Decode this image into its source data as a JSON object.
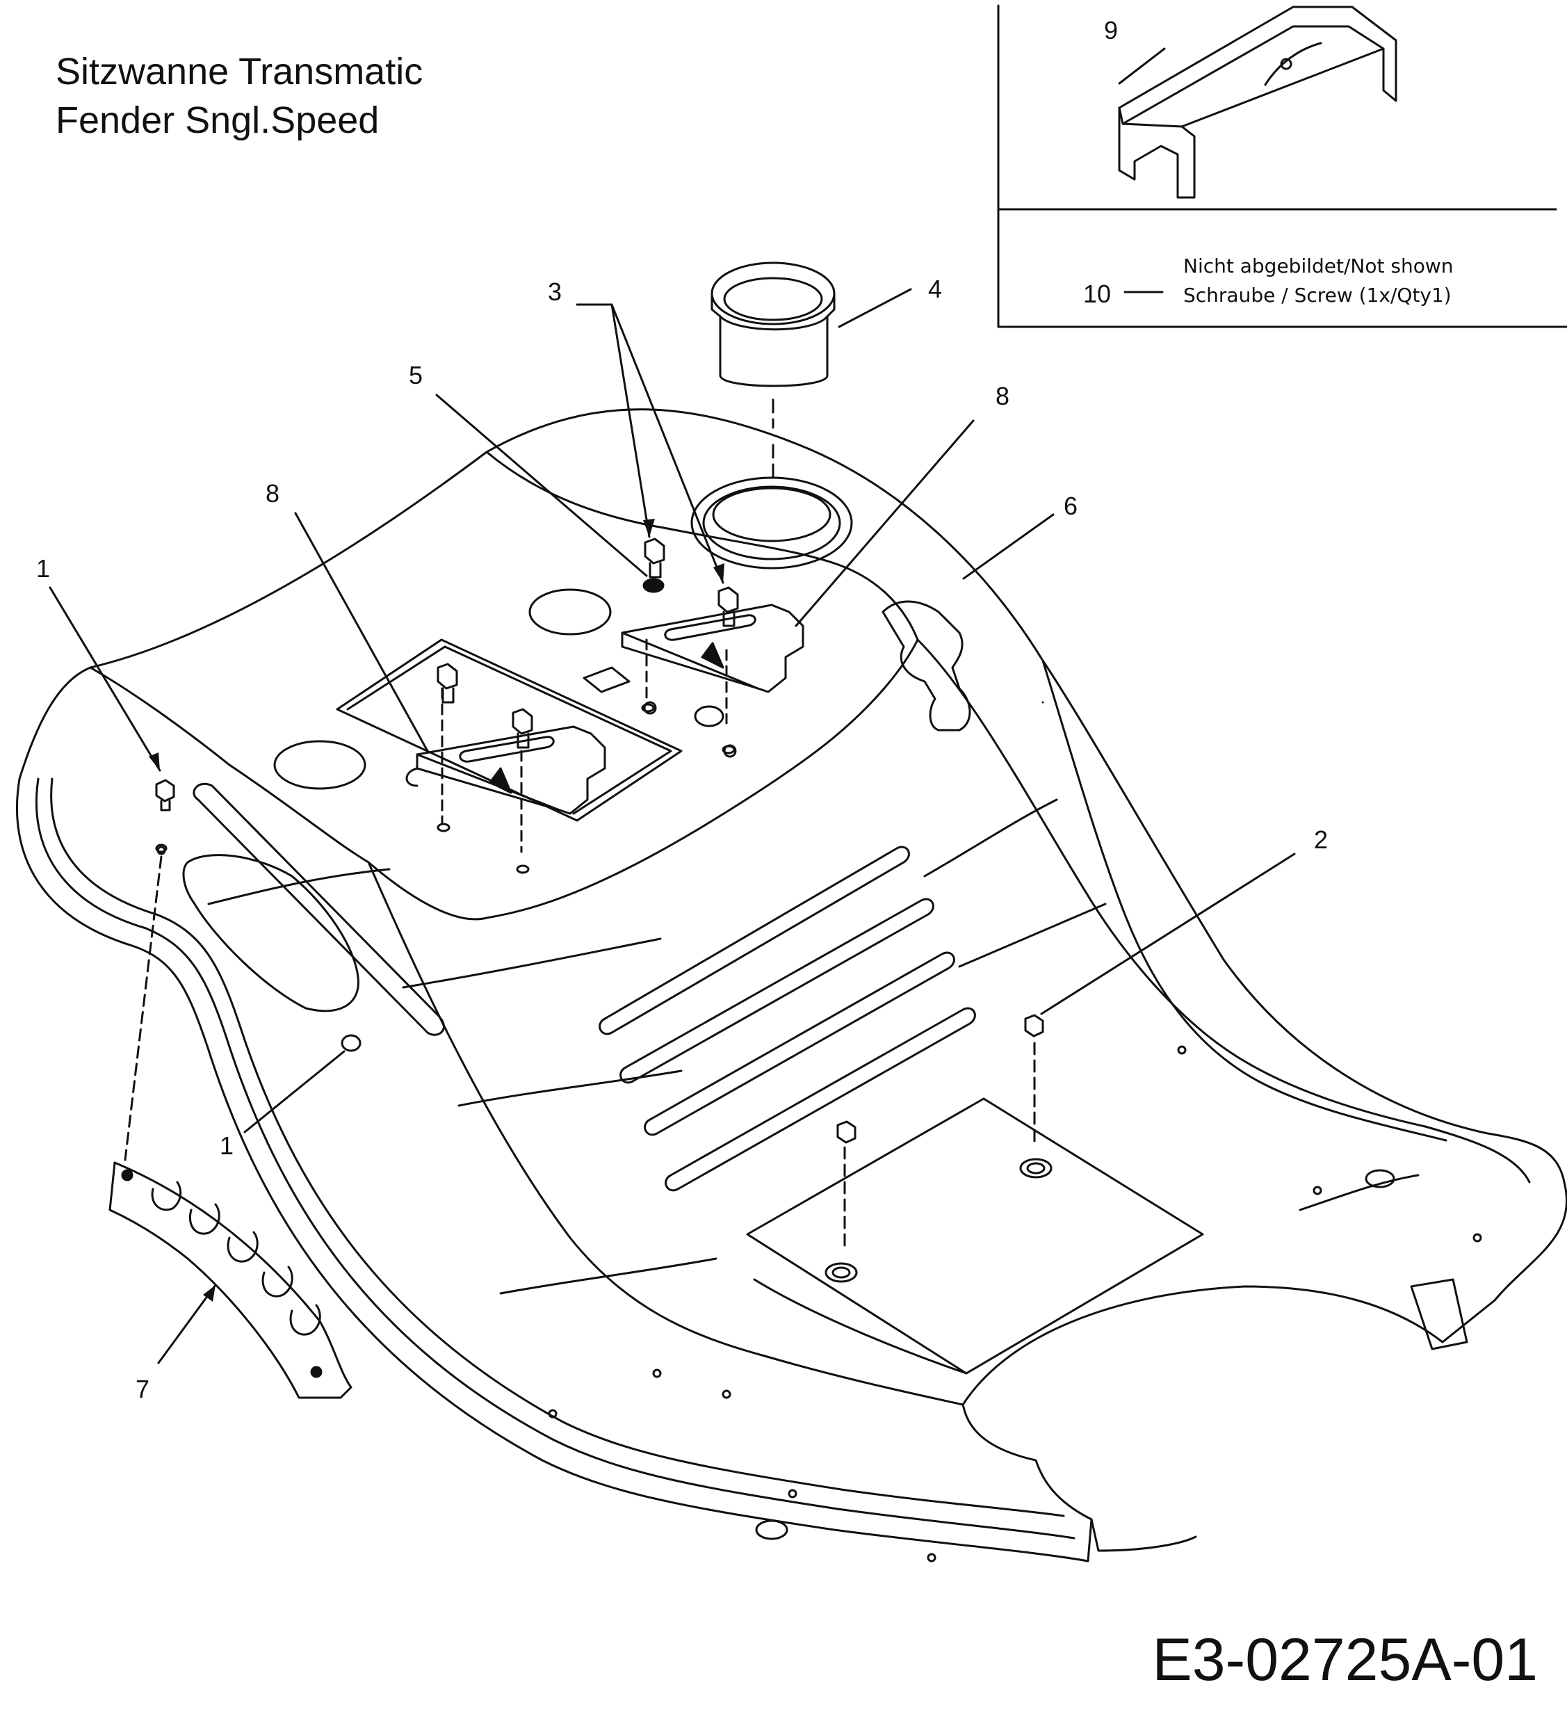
{
  "title": {
    "line1": "Sitzwanne Transmatic",
    "line2": "Fender Sngl.Speed"
  },
  "drawing_code": "E3-02725A-01",
  "inset": {
    "part_number": "9",
    "not_shown": {
      "number": "10",
      "line1": "Nicht abgebildet/Not shown",
      "line2": "Schraube / Screw (1x/Qty1)"
    }
  },
  "callouts": {
    "c1a": "1",
    "c1b": "1",
    "c2": "2",
    "c3": "3",
    "c4": "4",
    "c5": "5",
    "c6": "6",
    "c7": "7",
    "c8a": "8",
    "c8b": "8"
  }
}
